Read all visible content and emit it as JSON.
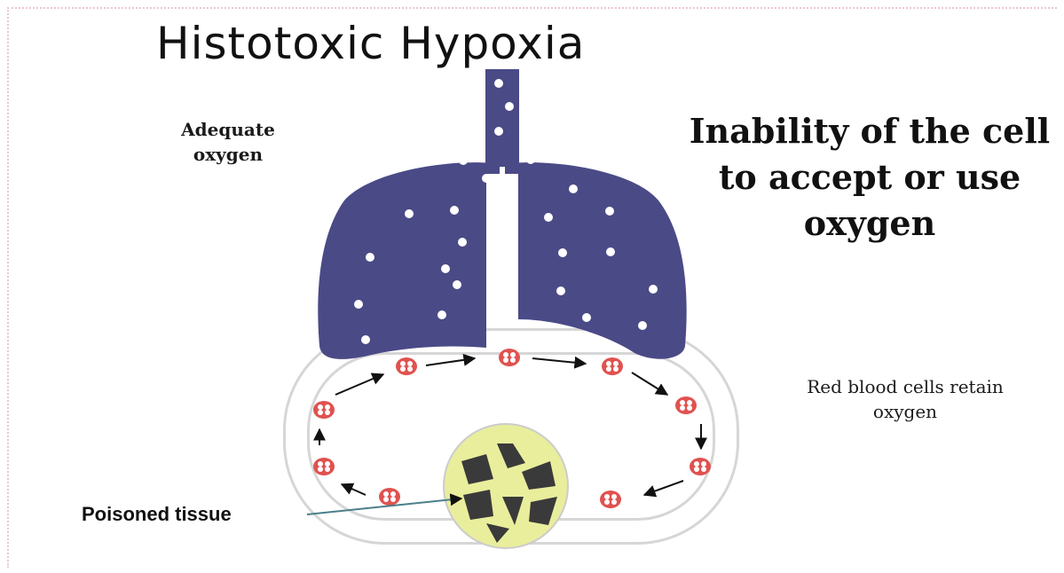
{
  "title": "Histotoxic Hypoxia",
  "labels": {
    "adequate_oxygen": "Adequate oxygen",
    "inability": "Inability of the cell to accept or use oxygen",
    "rbc_retain": "Red blood cells retain oxygen",
    "poisoned_tissue": "Poisoned tissue"
  },
  "colors": {
    "lung": "#4a4a87",
    "rbc": "#e0524f",
    "tissue": "#e9ee9c",
    "tissue_dark": "#3a3a3a",
    "vessel_border": "#d6d6d6",
    "pointer": "#4a7f8a"
  }
}
